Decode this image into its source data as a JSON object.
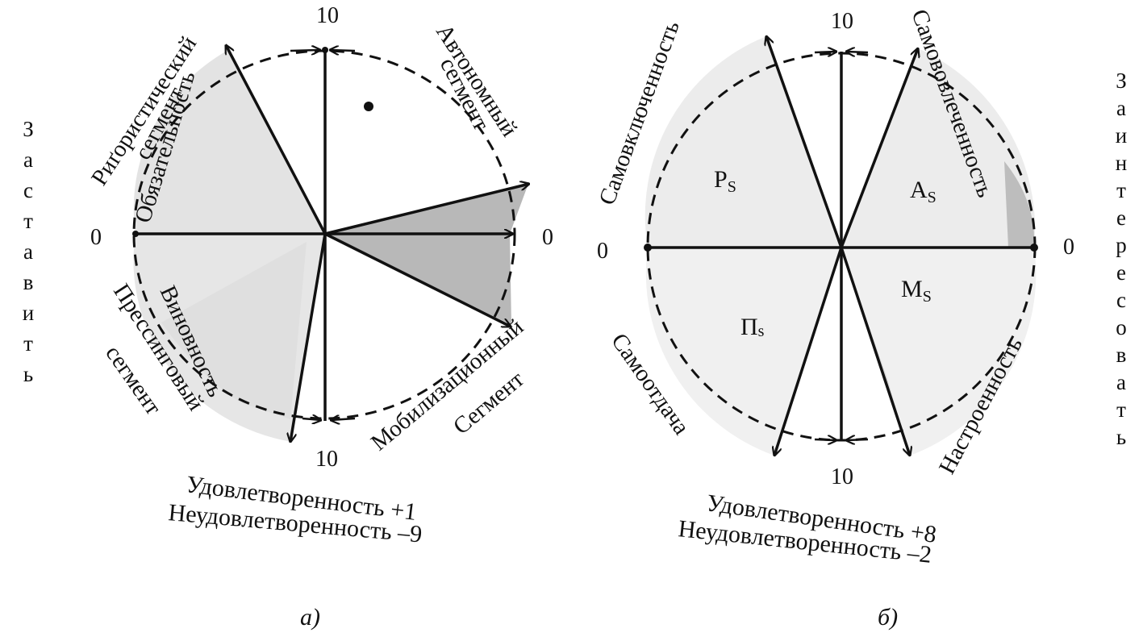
{
  "colors": {
    "ink": "#111111",
    "shade": "#9a9a9a"
  },
  "diagram_a": {
    "caption": "а)",
    "top_scale": "10",
    "bottom_scale": "10",
    "left_scale": "0",
    "right_scale": "0",
    "seg_rigoristic": "Риґористический",
    "seg_rigoristic_2": "сегмент",
    "seg_autonomous": "Автономный",
    "seg_autonomous_2": "сегмент",
    "seg_pressing": "Прессинговый",
    "seg_pressing_2": "сегмент",
    "seg_mobilization": "Мобилизационный",
    "seg_mobilization_2": "Сегмент",
    "label_obligation": "Обязательность",
    "label_guilt": "Виновность",
    "left_side_word": "Заставить",
    "satisfaction": "Удовлетворенность +1",
    "dissatisfaction": "Неудовлетворенность –9"
  },
  "diagram_b": {
    "caption": "б)",
    "top_scale": "10",
    "bottom_scale": "10",
    "left_scale": "0",
    "right_scale": "0",
    "label_self_inclusion": "Самовключенность",
    "label_self_involvement": "Самововлеченность",
    "label_self_dedication": "Самоотдача",
    "label_mood": "Настроенность",
    "sector_ps": "P",
    "sector_ps_sub": "S",
    "sector_as": "A",
    "sector_as_sub": "S",
    "sector_ms": "M",
    "sector_ms_sub": "S",
    "sector_ps2": "П",
    "sector_ps2_sub": "s",
    "right_side_word": "Заинтересовать",
    "satisfaction": "Удовлетворенность +8",
    "dissatisfaction": "Неудовлетворенность –2"
  }
}
